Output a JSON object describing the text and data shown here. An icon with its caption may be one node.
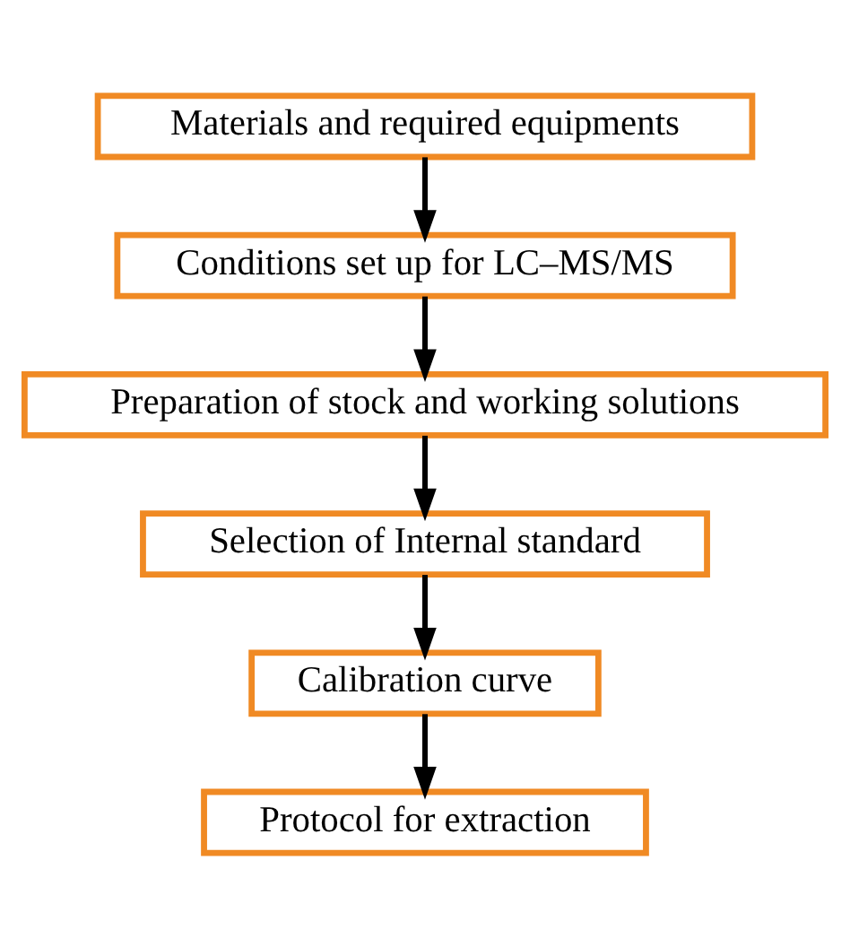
{
  "diagram": {
    "nodes": [
      {
        "text": [
          "Materials and required equipments"
        ]
      },
      {
        "text": [
          "Conditions set up for LC–MS/MS"
        ]
      },
      {
        "text": [
          "Preparation of stock and working solutions"
        ]
      },
      {
        "text": [
          "Selection of Internal standard"
        ]
      },
      {
        "text": [
          "Calibration curve"
        ]
      },
      {
        "text": [
          "Protocol for extraction"
        ]
      }
    ],
    "edges": [
      {
        "from": 0,
        "to": 1,
        "arrow": "to"
      },
      {
        "from": 1,
        "to": 2,
        "arrow": "to"
      },
      {
        "from": 2,
        "to": 3,
        "arrow": "to"
      },
      {
        "from": 3,
        "to": 4,
        "arrow": "to"
      },
      {
        "from": 4,
        "to": 5,
        "arrow": "to"
      }
    ]
  }
}
